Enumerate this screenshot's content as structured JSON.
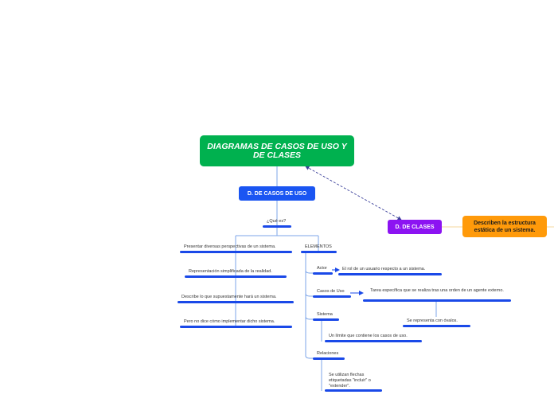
{
  "root": {
    "title": "DIAGRAMAS DE CASOS DE USO Y DE CLASES"
  },
  "casos_uso": {
    "label": "D. DE CASOS DE USO",
    "que_es": {
      "label": "¿Qué es?",
      "items": [
        "Presentar diversas perspectivas de un sistema.",
        "Representación simplificada de la realidad.",
        "Describe lo que supuestamente hará un sistema.",
        "Pero no dice cómo implementar dicho sistema."
      ]
    },
    "elementos": {
      "label": "ELEMENTOS",
      "actor": {
        "label": "Actor",
        "detail": "El rol de un usuario respecto a un sistema."
      },
      "casos": {
        "label": "Casos de Uso",
        "detail": "Tarea específica que se realiza tras una orden de un agente externo.",
        "sub": "Se representa con óvalos."
      },
      "sistema": {
        "label": "Sistema",
        "detail": "Un límite que contiene los casos de uso."
      },
      "relaciones": {
        "label": "Relaciones",
        "detail": "Se utilizan flechas etiquetadas \"incluir\" o \"extender\"."
      }
    }
  },
  "clases": {
    "label": "D. DE CLASES",
    "descripcion": "Describen la estructura estática de un sistema."
  },
  "colors": {
    "root": "#00b14f",
    "casos_uso": "#1a55f2",
    "clases": "#8c13f2",
    "descripcion": "#ff9a0a",
    "lines": "#7ea6e8"
  }
}
